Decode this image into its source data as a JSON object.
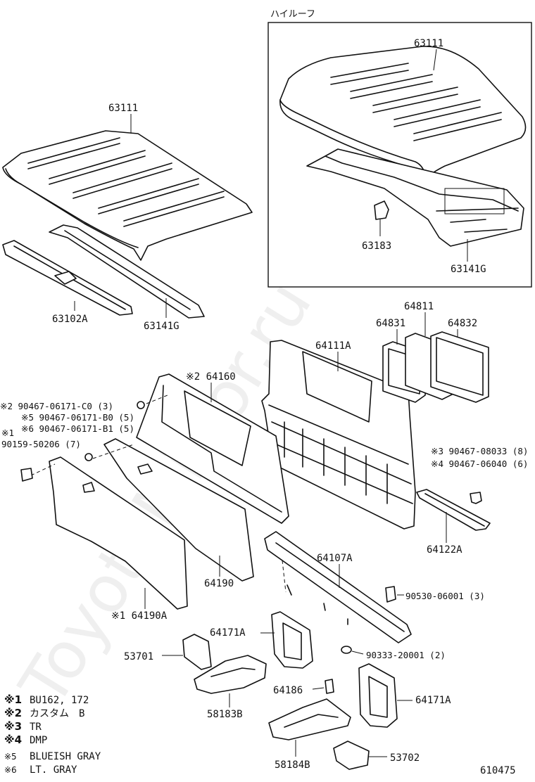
{
  "inset": {
    "title": "ハイルーフ"
  },
  "labels": {
    "roof_panel": "63111",
    "roof_panel_high": "63111",
    "roof_bracket_high": "63183",
    "roof_rail_high": "63141G",
    "front_header": "63102A",
    "roof_rail": "63141G",
    "window_weatherstrip": "64811",
    "back_glass": "64831",
    "glass_seal": "64832",
    "back_panel": "64111A",
    "trim_board": "※2 64160",
    "sill_board": "64122A",
    "crossmember": "64107A",
    "bracket_left": "64171A",
    "bracket_right": "64171A",
    "bracket_small": "64186",
    "gusset_left": "53701",
    "gusset_right": "53702",
    "reinforce_left": "58183B",
    "reinforce_right": "58184B",
    "insulator": "64190",
    "insulator_alt": "※1 64190A"
  },
  "fasteners": [
    "※2 90467-06171-C0 (3)",
    "※5 90467-06171-B0 (5)",
    "※6 90467-06171-B1 (5)",
    "※1",
    "90159-50206 (7)",
    "※3 90467-08033 (8)",
    "※4 90467-06040 (6)",
    "90530-06001 (3)",
    "90333-20001 (2)"
  ],
  "legend": [
    {
      "key": "※1",
      "text": "BU162, 172"
    },
    {
      "key": "※2",
      "text": "カスタム　B"
    },
    {
      "key": "※3",
      "text": "TR"
    },
    {
      "key": "※4",
      "text": "DMP"
    },
    {
      "key": "※5",
      "text": "BLUEISH GRAY"
    },
    {
      "key": "※6",
      "text": "LT. GRAY"
    }
  ],
  "page_code": "610475",
  "watermark": "ToyotaMirror.ru"
}
